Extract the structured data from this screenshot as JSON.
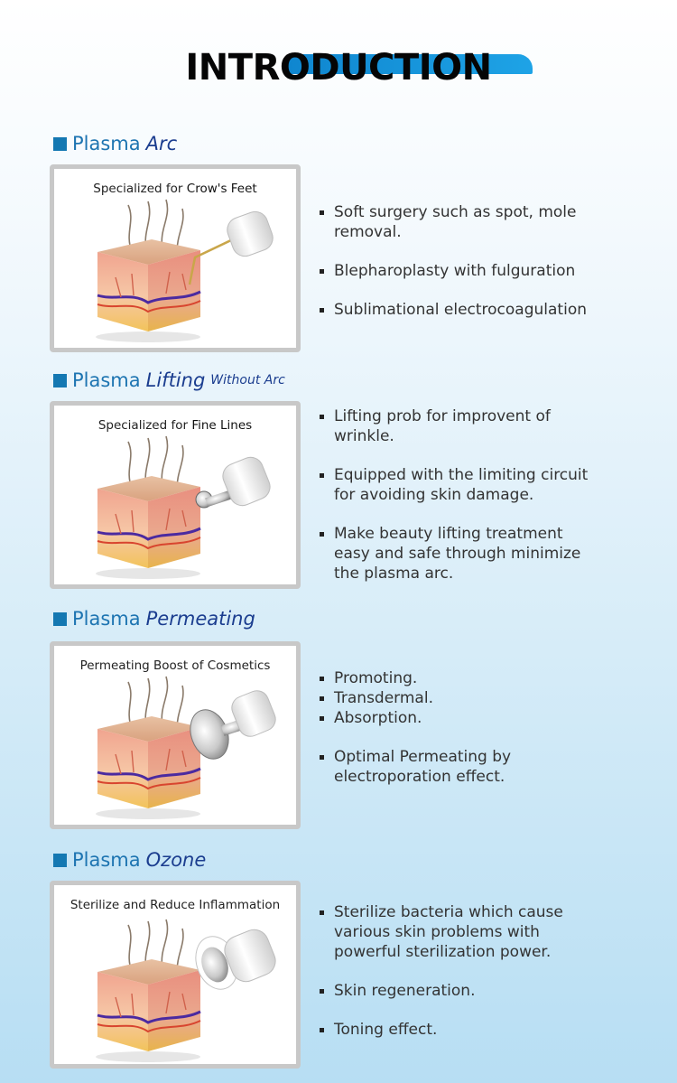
{
  "title": "INTRODUCTION",
  "sections": [
    {
      "title_main": "Plasma",
      "title_emph": "Arc",
      "title_small": "",
      "card_label_pre": "Specialized for ",
      "card_label_strong": "Crow's Feet",
      "bullets": [
        "Soft surgery such as spot, mole removal.",
        "Blepharoplasty with fulguration",
        "Sublimational electrocoagulation"
      ]
    },
    {
      "title_main": "Plasma",
      "title_emph": "Lifting",
      "title_small": "Without Arc",
      "card_label_pre": "Specialized for ",
      "card_label_strong": "Fine Lines",
      "bullets": [
        "Lifting prob for improvent of wrinkle.",
        "Equipped with the limiting circuit for avoiding skin damage.",
        "Make beauty lifting treatment easy and safe through minimize the plasma arc."
      ]
    },
    {
      "title_main": "Plasma",
      "title_emph": "Permeating",
      "title_small": "",
      "card_label_pre": "Permeating Boost of Cosmetics",
      "card_label_strong": "",
      "bullets": [
        "Promoting.",
        "Transdermal.",
        "Absorption.",
        "Optimal Permeating by electroporation effect."
      ]
    },
    {
      "title_main": "Plasma",
      "title_emph": "Ozone",
      "title_small": "",
      "card_label_pre": "Sterilize and Reduce Inflammation",
      "card_label_strong": "",
      "bullets": [
        "Sterilize bacteria which cause various skin problems with powerful sterilization power.",
        "Skin regeneration.",
        "Toning effect."
      ]
    }
  ],
  "colors": {
    "accent_blue": "#1d74b1",
    "emphasis_navy": "#1b3d8f",
    "title_bar": "#1ea3e6"
  },
  "icons": [
    "skin-layers-illustration",
    "plasma-arc-needle-probe",
    "plasma-lifting-probe",
    "plasma-permeating-probe",
    "plasma-ozone-probe"
  ]
}
